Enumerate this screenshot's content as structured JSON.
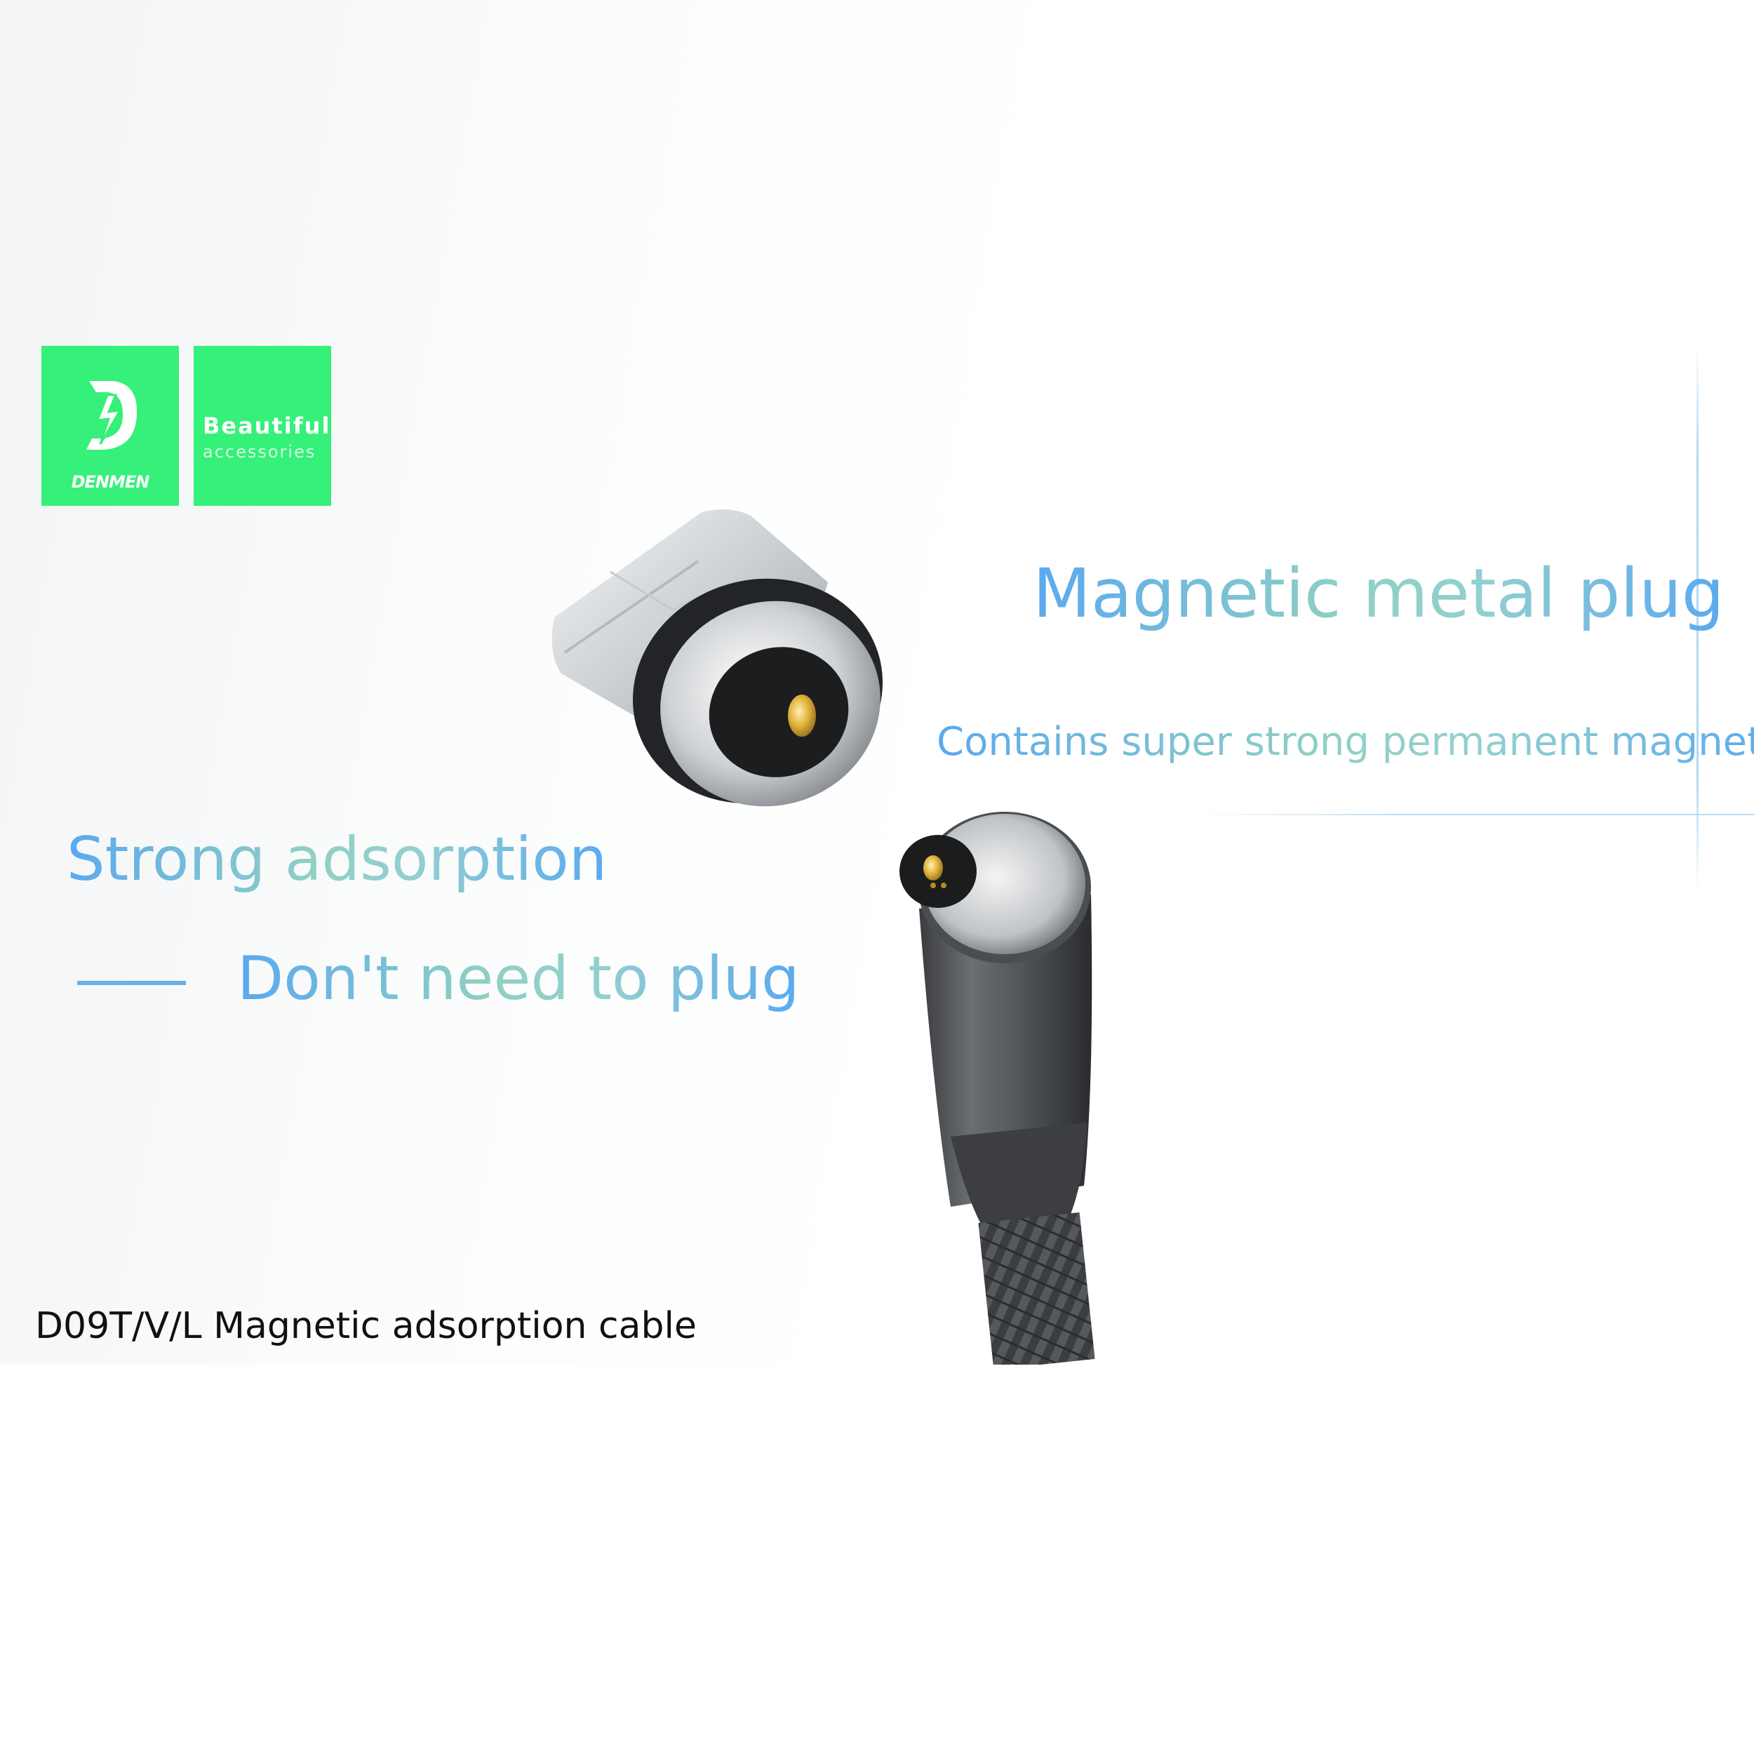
{
  "brand": {
    "logo_text": "DENMEN",
    "tagline_1": "Beautiful",
    "tagline_2": "accessories"
  },
  "headline_right": "Magnetic metal plug",
  "subline_right": "Contains super strong permanent magnets",
  "headline_left": "Strong adsorption",
  "subline_left": "Don't need to plug",
  "caption": "D09T/V/L Magnetic adsorption cable",
  "colors": {
    "brand_green": "#35f079",
    "accent_blue": "#5aa9f0",
    "accent_teal": "#8fd0c3"
  }
}
